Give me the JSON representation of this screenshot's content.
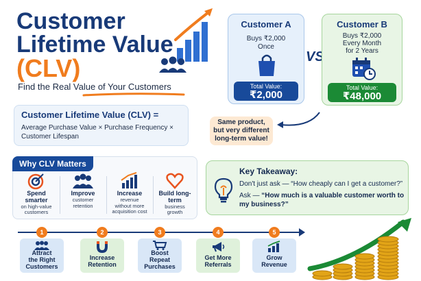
{
  "title": {
    "line1": "Customer",
    "line2": "Lifetime Value",
    "line3": "(CLV)",
    "subtitle": "Find the Real Value of Your Customers"
  },
  "customer_a": {
    "title": "Customer A",
    "desc_line1": "Buys ₹2,000",
    "desc_line2": "Once",
    "total_label": "Total Value:",
    "total_value": "₹2,000",
    "icon": "shopping-bag-icon"
  },
  "vs": "VS",
  "customer_b": {
    "title": "Customer B",
    "desc_line1": "Buys ₹2,000",
    "desc_line2": "Every Month",
    "desc_line3": "for 2 Years",
    "total_label": "Total Value:",
    "total_value": "₹48,000",
    "icon": "calendar-clock-icon"
  },
  "note": {
    "line1": "Same product,",
    "line2": "but very different",
    "line3": "long-term value!"
  },
  "formula": {
    "title": "Customer Lifetime Value (CLV) =",
    "line1": "Average Purchase Value × Purchase Frequency ×",
    "line2": "Customer Lifespan"
  },
  "why": {
    "header": "Why CLV Matters",
    "items": [
      {
        "icon": "target-icon",
        "title": "Spend smarter",
        "desc1": "on high-value",
        "desc2": "customers",
        "desc3": ""
      },
      {
        "icon": "people-icon",
        "title": "Improve",
        "desc1": "customer",
        "desc2": "retention",
        "desc3": ""
      },
      {
        "icon": "growth-chart-icon",
        "title": "Increase",
        "desc1": "revenue",
        "desc2": "without more",
        "desc3": "acquisition cost"
      },
      {
        "icon": "heart-icon",
        "title": "Build long-term",
        "desc1": "business",
        "desc2": "growth",
        "desc3": ""
      }
    ]
  },
  "key": {
    "title": "Key Takeaway:",
    "line1": "Don't just ask — “How cheaply can I get a customer?”",
    "line2_prefix": "Ask — ",
    "line2_bold": "“How much is a valuable customer worth to my business?”",
    "icon": "lightbulb-icon"
  },
  "steps": [
    {
      "num": "1",
      "line1": "Attract",
      "line2": "the Right",
      "line3": "Customers",
      "icon": "people-icon"
    },
    {
      "num": "2",
      "line1": "Increase",
      "line2": "Retention",
      "line3": "",
      "icon": "magnet-icon"
    },
    {
      "num": "3",
      "line1": "Boost",
      "line2": "Repeat",
      "line3": "Purchases",
      "icon": "cart-icon"
    },
    {
      "num": "4",
      "line1": "Get More",
      "line2": "Referrals",
      "line3": "",
      "icon": "megaphone-icon"
    },
    {
      "num": "5",
      "line1": "Grow",
      "line2": "Revenue",
      "line3": "",
      "icon": "bar-chart-icon"
    }
  ],
  "colors": {
    "navy": "#183a78",
    "orange": "#f07c1e",
    "blue": "#184a9a",
    "green": "#1b8a35",
    "gold": "#e2a417"
  }
}
